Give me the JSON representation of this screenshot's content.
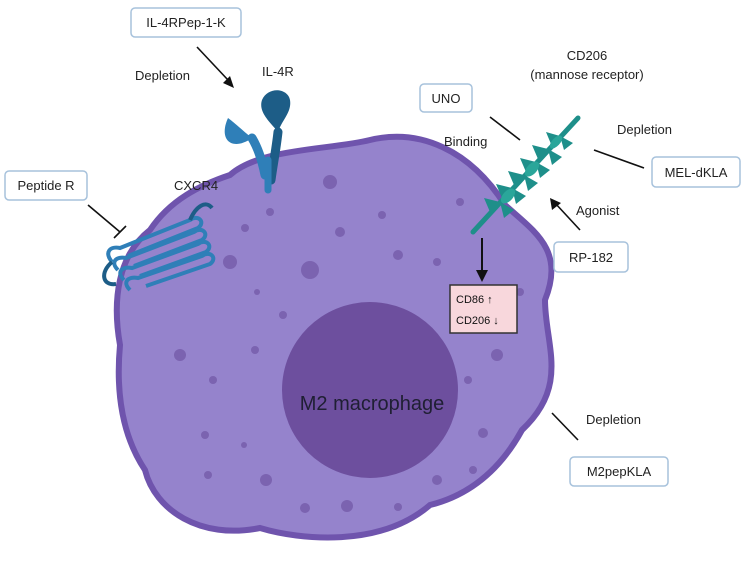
{
  "cell": {
    "title": "M2 macrophage"
  },
  "receptors": {
    "il4r": "IL-4R",
    "cxcr4": "CXCR4",
    "cd206_line1": "CD206",
    "cd206_line2": "(mannose receptor)"
  },
  "agents": {
    "il4rpep": "IL-4RPep-1-K",
    "peptide_r": "Peptide R",
    "uno": "UNO",
    "mel_dkla": "MEL-dKLA",
    "rp182": "RP-182",
    "m2pepkla": "M2pepKLA"
  },
  "actions": {
    "depletion_il4": "Depletion",
    "binding": "Binding",
    "depletion_mel": "Depletion",
    "agonist": "Agonist",
    "depletion_m2": "Depletion"
  },
  "effect": {
    "line1": "CD86 ↑",
    "line2": "CD206 ↓"
  },
  "colors": {
    "cell_fill": "#9583cc",
    "cell_stroke": "#6f54ad",
    "nucleus": "#6d4f9e",
    "vesicle": "#7b63b0",
    "receptor_blue": "#2f7fb8",
    "receptor_dark": "#1d5d87",
    "cd206_teal": "#1e8f8a",
    "box_border": "#a7c2dc",
    "effect_fill": "#f8d7dc"
  }
}
